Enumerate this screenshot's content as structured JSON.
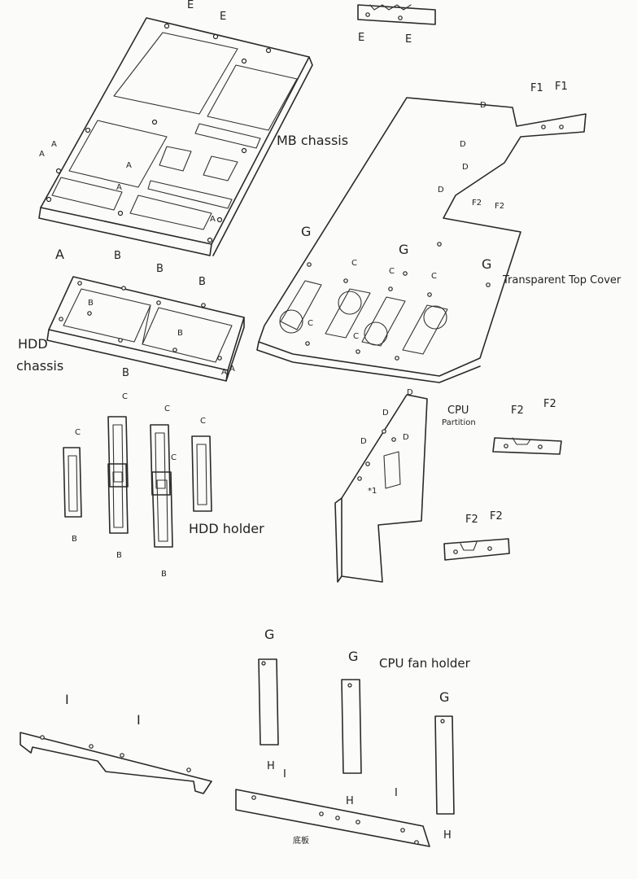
{
  "parts": {
    "mb_chassis": "MB chassis",
    "hdd_chassis_1": "HDD",
    "hdd_chassis_2": "chassis",
    "hdd_holder": "HDD holder",
    "transparent_top_cover": "Transparent Top Cover",
    "cpu_partition_1": "CPU",
    "cpu_partition_2": "Partition",
    "cpu_fan_holder": "CPU fan holder",
    "bottom_note": "底板"
  },
  "letters": {
    "A": "A",
    "B": "B",
    "C": "C",
    "D": "D",
    "E": "E",
    "F1": "F1",
    "F2": "F2",
    "G": "G",
    "H": "H",
    "I": "I",
    "star": "*1"
  }
}
